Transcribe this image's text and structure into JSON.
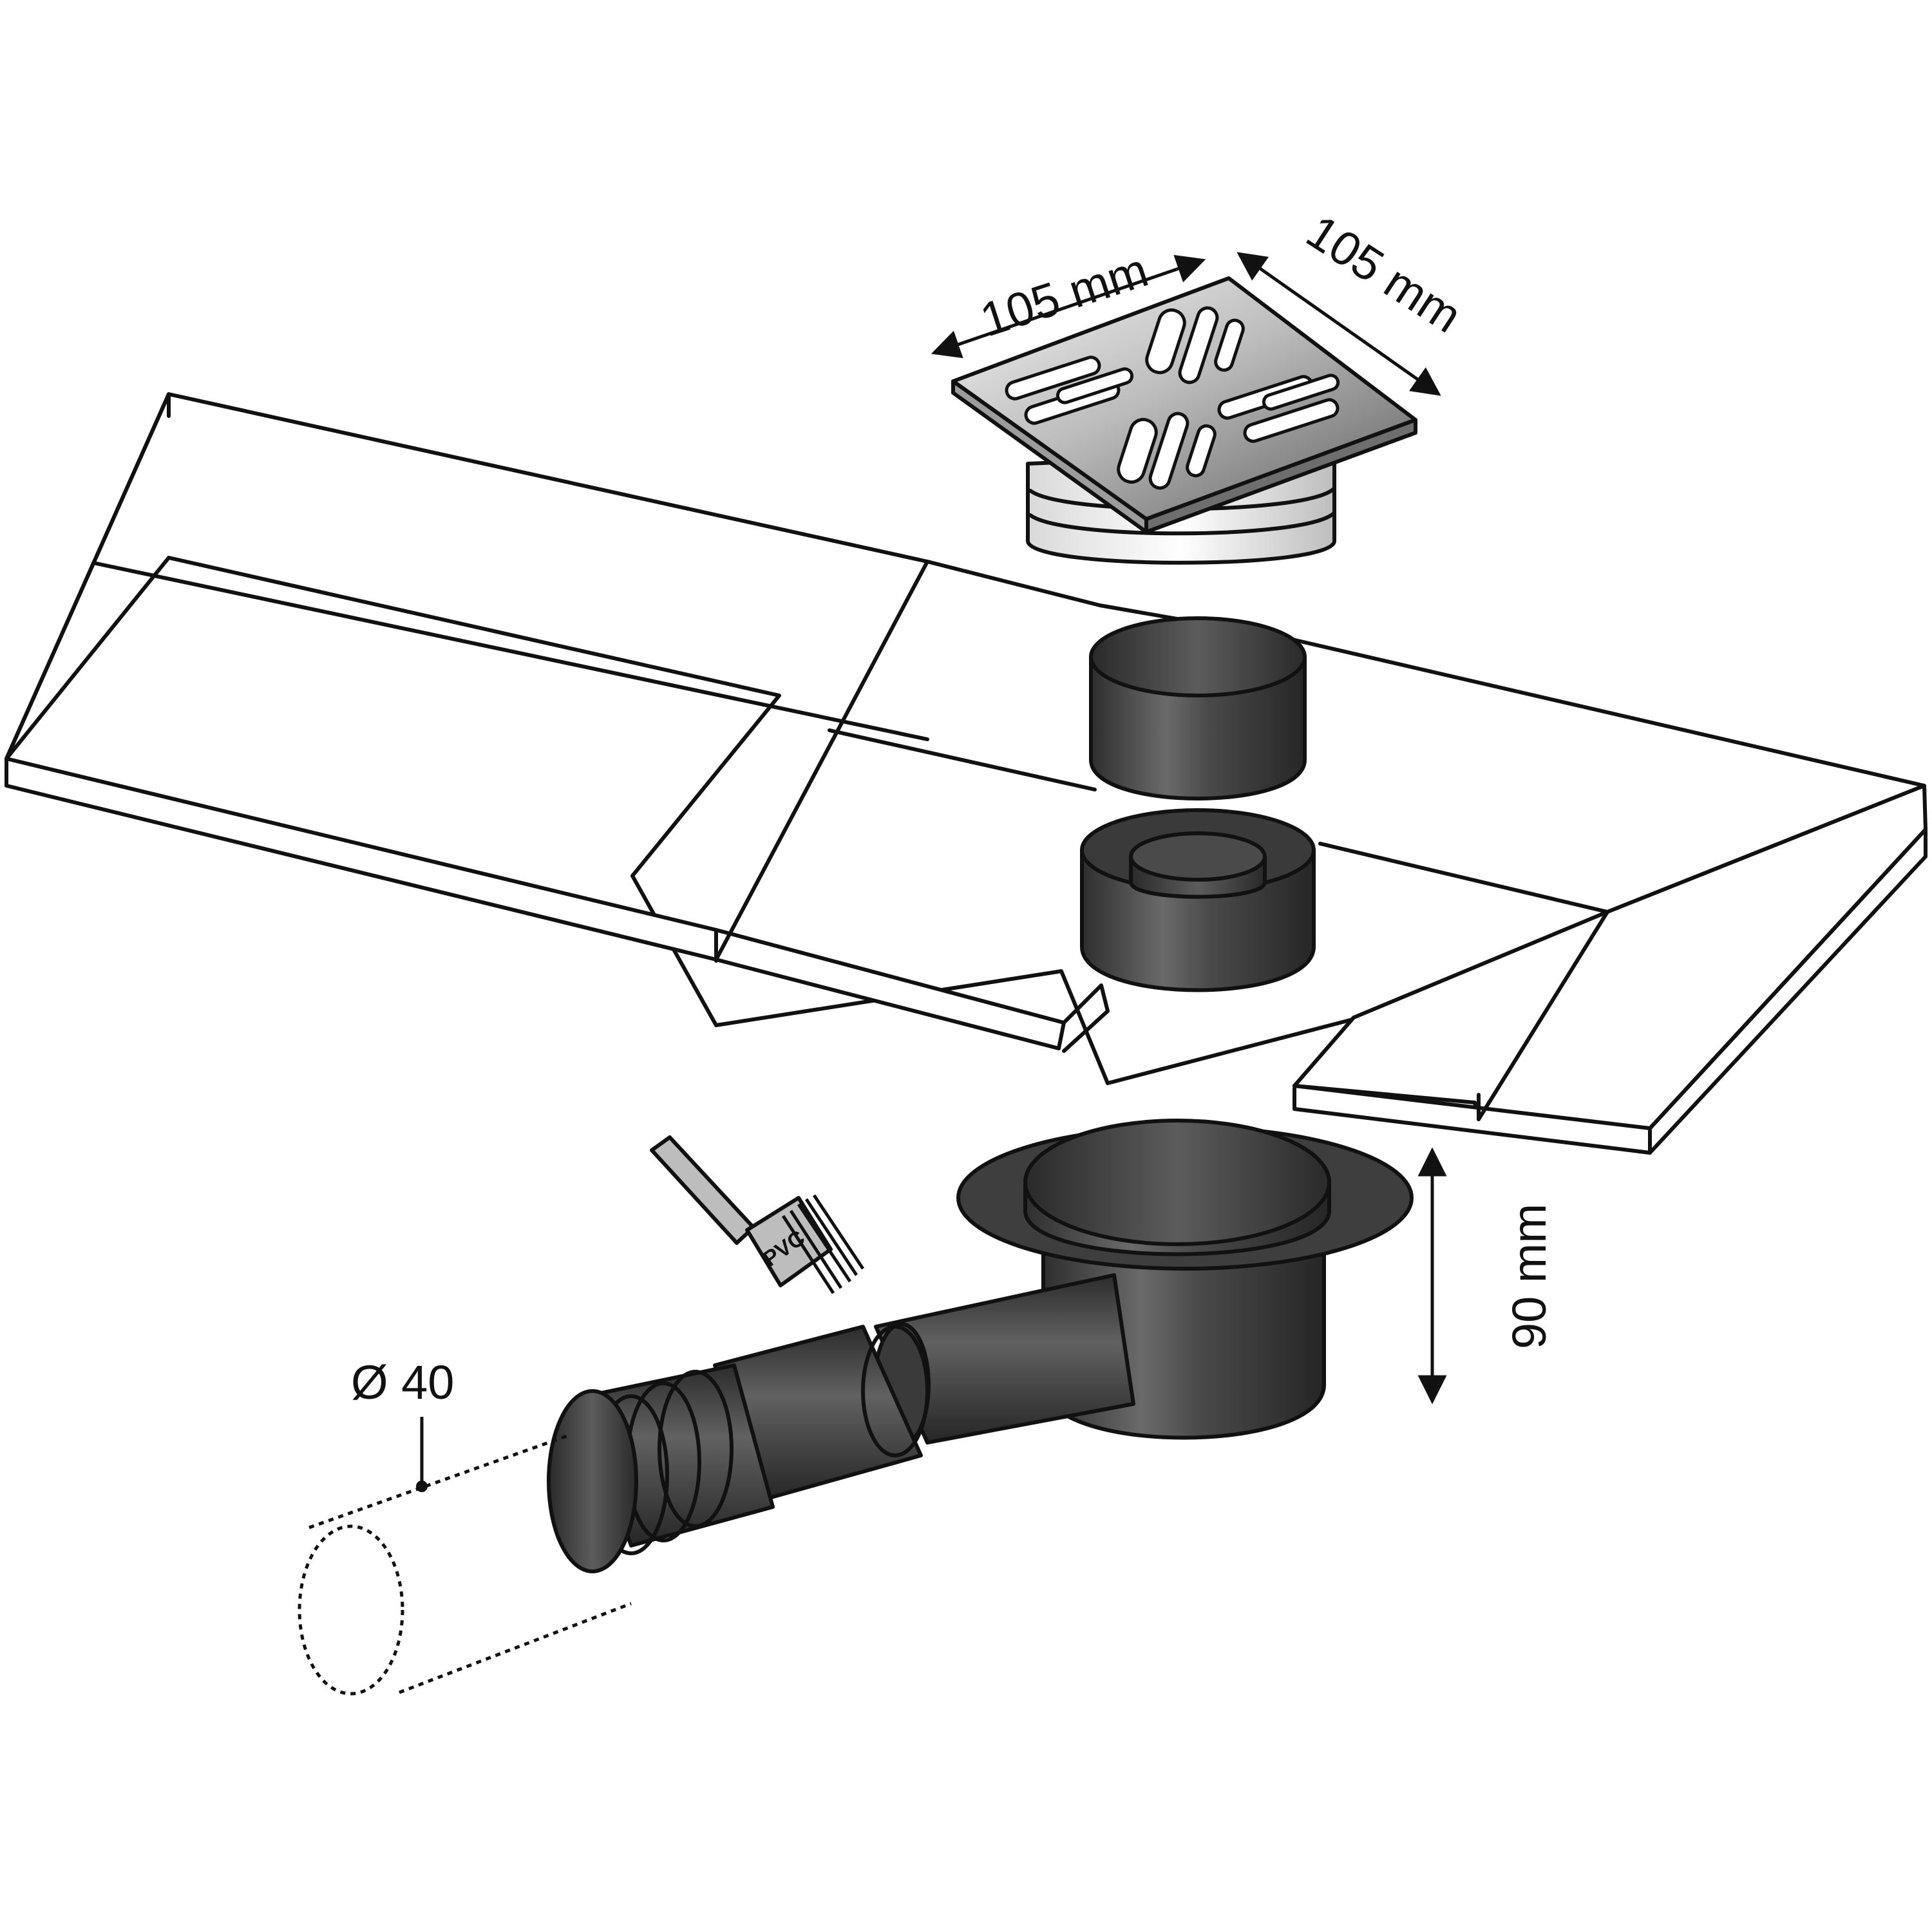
{
  "dimensions": {
    "grate_width": "105 mm",
    "grate_depth": "105 mm",
    "trap_height": "90 mm",
    "outlet_diameter": "Ø 40"
  },
  "brush_label": "PVC",
  "colors": {
    "outline": "#111111",
    "part_dark": "#3c3c3c",
    "part_mid": "#5a5a5a",
    "steel_light": "#e8e8e8",
    "steel_dark": "#6e6e6e",
    "background": "#ffffff"
  },
  "icons": {
    "grate": "square-drain-grate",
    "sleeve": "extension-sleeve",
    "ring": "seal-ring",
    "trap": "drain-trap-body",
    "brush": "pvc-glue-brush",
    "pipe": "waste-pipe-dashed"
  }
}
